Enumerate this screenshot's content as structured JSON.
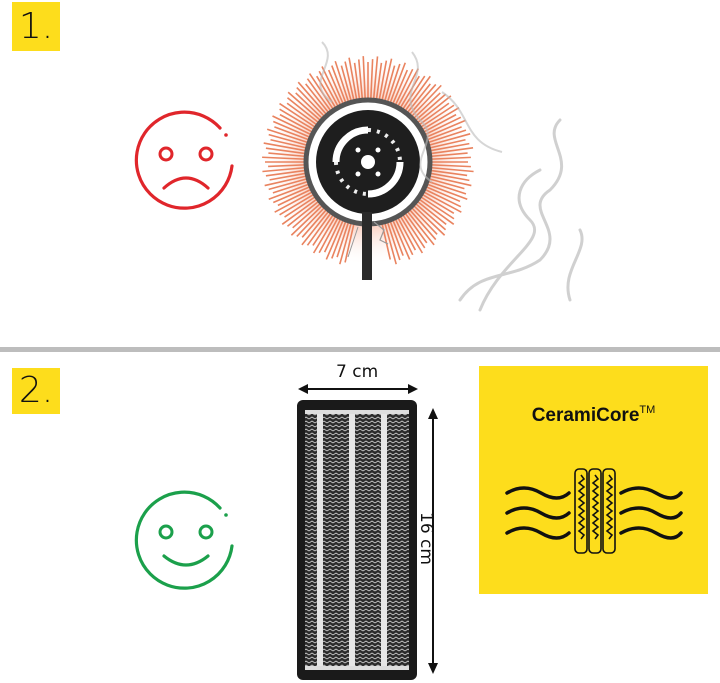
{
  "section1": {
    "badge": "1.",
    "face": "sad-face",
    "face_color": "#e0262b",
    "image": "spiral-heating-element-with-smoke"
  },
  "section2": {
    "badge": "2.",
    "face": "happy-face",
    "face_color": "#1ba04b",
    "image": "ceramic-heating-panel",
    "width_label": "7 cm",
    "height_label": "16 cm",
    "brand_box": {
      "title": "CeramiCore",
      "trademark": "TM",
      "background": "#fddd1c",
      "icon": "ceramic-core-airflow-icon"
    }
  },
  "colors": {
    "badge_yellow": "#fddd1c",
    "divider": "#bdbdbd",
    "copper": "#e9835f"
  }
}
